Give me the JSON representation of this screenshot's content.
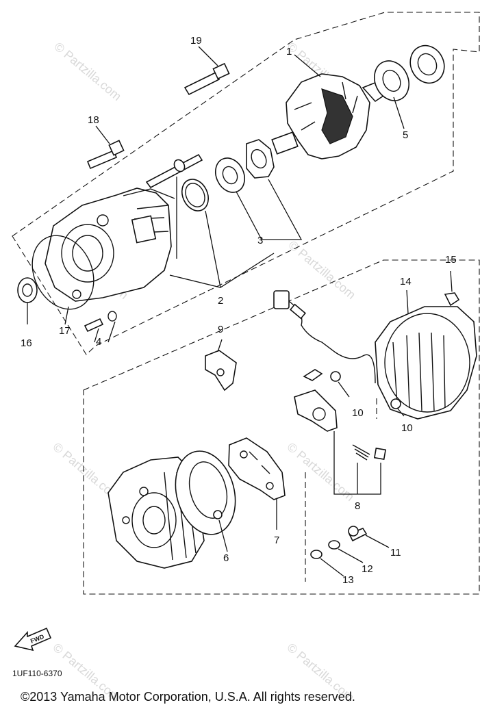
{
  "callouts": [
    {
      "id": "1",
      "label": "1"
    },
    {
      "id": "2",
      "label": "2"
    },
    {
      "id": "3",
      "label": "3"
    },
    {
      "id": "4",
      "label": "4"
    },
    {
      "id": "5",
      "label": "5"
    },
    {
      "id": "6",
      "label": "6"
    },
    {
      "id": "7",
      "label": "7"
    },
    {
      "id": "8",
      "label": "8"
    },
    {
      "id": "9",
      "label": "9"
    },
    {
      "id": "10a",
      "label": "10"
    },
    {
      "id": "10b",
      "label": "10"
    },
    {
      "id": "11",
      "label": "11"
    },
    {
      "id": "12",
      "label": "12"
    },
    {
      "id": "13",
      "label": "13"
    },
    {
      "id": "14",
      "label": "14"
    },
    {
      "id": "15",
      "label": "15"
    },
    {
      "id": "16",
      "label": "16"
    },
    {
      "id": "17",
      "label": "17"
    },
    {
      "id": "18",
      "label": "18"
    },
    {
      "id": "19",
      "label": "19"
    }
  ],
  "watermark": "© Partzilla.com",
  "fwd_label": "FWD",
  "diagram_code": "1UF110-6370",
  "copyright": "©2013 Yamaha Motor Corporation, U.S.A. All rights reserved."
}
